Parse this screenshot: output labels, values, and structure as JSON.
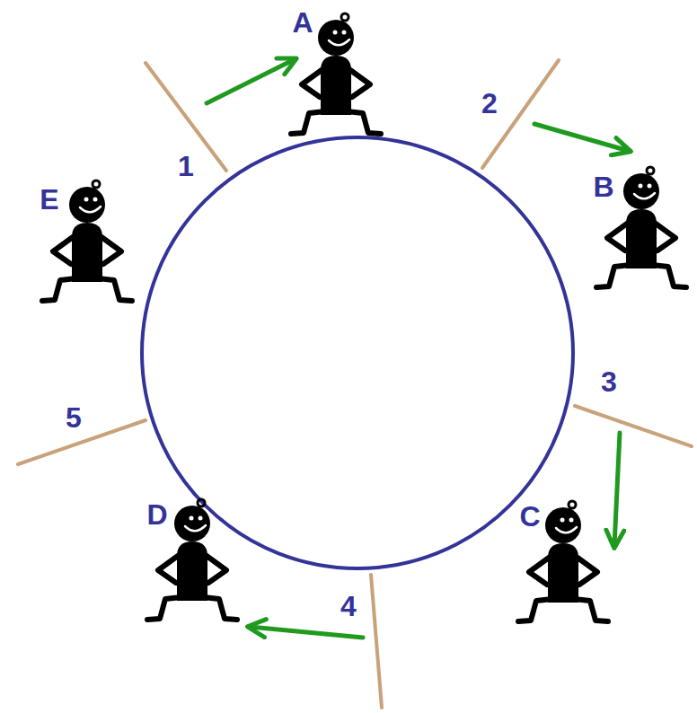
{
  "diagram": {
    "labels": [
      "A",
      "2",
      "1",
      "B",
      "E",
      "3",
      "5",
      "D",
      "C",
      "4"
    ]
  }
}
